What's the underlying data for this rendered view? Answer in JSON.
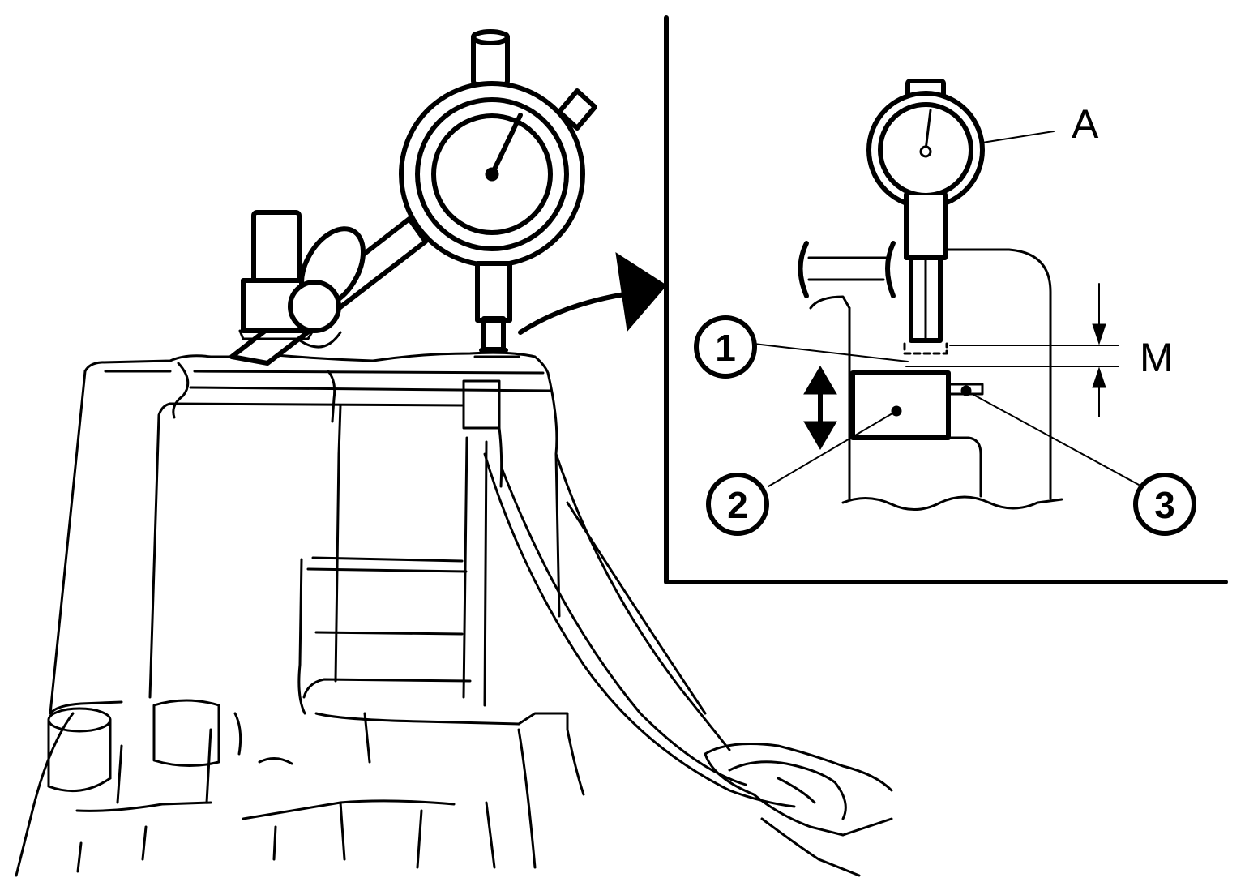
{
  "labels": {
    "dial_gauge": "A",
    "gap": "M",
    "part_1": "1",
    "part_2": "2",
    "part_3": "3"
  }
}
